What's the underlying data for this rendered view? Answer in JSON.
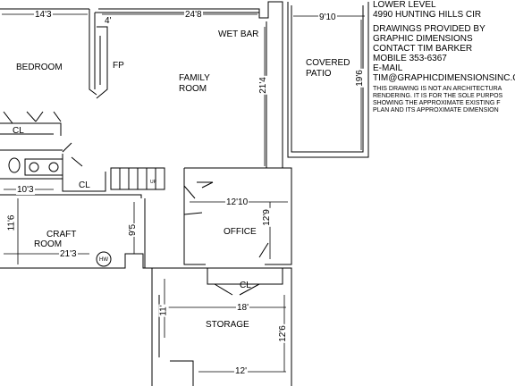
{
  "title_block": {
    "level": "LOWER LEVEL",
    "address": "4990 HUNTING HILLS CIR",
    "credit_1": "DRAWINGS PROVIDED BY",
    "credit_2": "GRAPHIC DIMENSIONS",
    "contact": "CONTACT TIM BARKER",
    "mobile": "MOBILE 353-6367",
    "email_label": "E-MAIL",
    "email": "TIM@GRAPHICDIMENSIONSINC.C",
    "disclaimer": [
      "THIS DRAWING IS NOT AN ARCHITECTURA",
      "RENDERING. IT IS FOR THE SOLE PURPOS",
      "SHOWING THE APPROXIMATE EXISTING F",
      "PLAN AND ITS APPROXIMATE  DIMENSION"
    ]
  },
  "rooms": {
    "bedroom": "BEDROOM",
    "family_line1": "FAMILY",
    "family_line2": "ROOM",
    "wet_bar": "WET BAR",
    "fp": "FP",
    "patio_line1": "COVERED",
    "patio_line2": "PATIO",
    "cl_bedroom": "CL",
    "cl_hall": "CL",
    "craft_line1": "CRAFT",
    "craft_line2": "ROOM",
    "office": "OFFICE",
    "storage": "STORAGE",
    "cl_storage": "CL",
    "hw": "HW",
    "up": "UP"
  },
  "dimensions": {
    "bedroom_width": "14'3",
    "bar_4": "4'",
    "family_width": "24'8",
    "family_depth": "21'4",
    "patio_width": "9'10",
    "patio_depth": "19'6",
    "craft_depth_top": "10'3",
    "craft_height": "11'6",
    "craft_width": "21'3",
    "hall_9": "9'5",
    "office_width": "12'10",
    "office_depth": "12'9",
    "storage_width": "18'",
    "storage_left": "11'",
    "storage_depth": "12'6",
    "storage_bottom": "12'"
  },
  "colors": {
    "line": "#000000",
    "background": "#ffffff"
  }
}
